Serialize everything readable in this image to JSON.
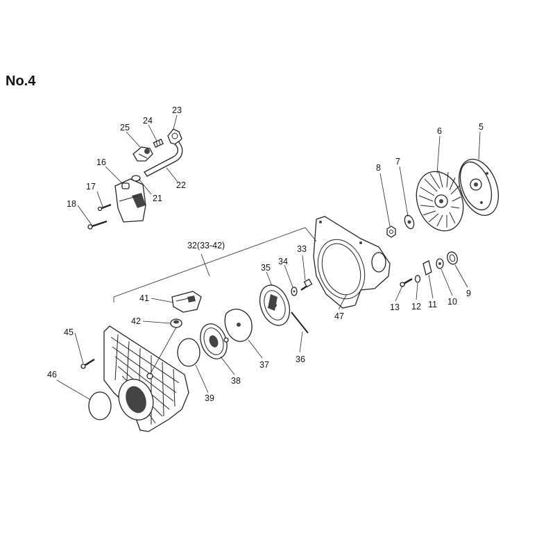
{
  "figure": {
    "title": "No.4",
    "callouts": [
      {
        "id": "c23",
        "text": "23"
      },
      {
        "id": "c24",
        "text": "24"
      },
      {
        "id": "c25",
        "text": "25"
      },
      {
        "id": "c16",
        "text": "16"
      },
      {
        "id": "c17",
        "text": "17"
      },
      {
        "id": "c18",
        "text": "18"
      },
      {
        "id": "c21",
        "text": "21"
      },
      {
        "id": "c22",
        "text": "22"
      },
      {
        "id": "c6",
        "text": "6"
      },
      {
        "id": "c5",
        "text": "5"
      },
      {
        "id": "c8",
        "text": "8"
      },
      {
        "id": "c7",
        "text": "7"
      },
      {
        "id": "c32",
        "text": "32(33-42)"
      },
      {
        "id": "c33",
        "text": "33"
      },
      {
        "id": "c34",
        "text": "34"
      },
      {
        "id": "c35",
        "text": "35"
      },
      {
        "id": "c41",
        "text": "41"
      },
      {
        "id": "c42",
        "text": "42"
      },
      {
        "id": "c45",
        "text": "45"
      },
      {
        "id": "c46",
        "text": "46"
      },
      {
        "id": "c39",
        "text": "39"
      },
      {
        "id": "c38",
        "text": "38"
      },
      {
        "id": "c37",
        "text": "37"
      },
      {
        "id": "c36",
        "text": "36"
      },
      {
        "id": "c47",
        "text": "47"
      },
      {
        "id": "c13",
        "text": "13"
      },
      {
        "id": "c12",
        "text": "12"
      },
      {
        "id": "c11",
        "text": "11"
      },
      {
        "id": "c10",
        "text": "10"
      },
      {
        "id": "c9",
        "text": "9"
      }
    ]
  }
}
